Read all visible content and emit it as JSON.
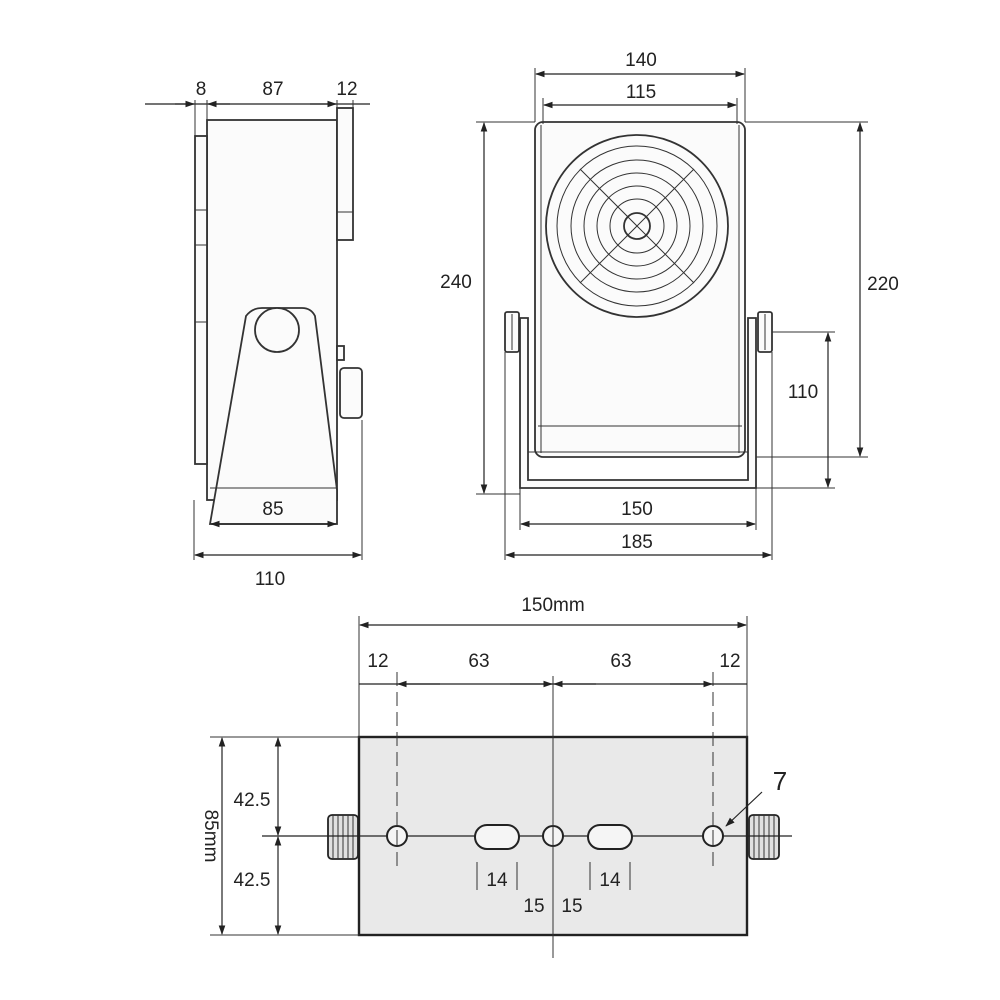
{
  "side_view": {
    "dim_top_left": "8",
    "dim_top_mid": "87",
    "dim_top_right": "12",
    "dim_base": "85",
    "dim_overall_width": "110"
  },
  "front_view": {
    "dim_outer_width": "140",
    "dim_inner_width": "115",
    "dim_total_height": "240",
    "dim_body_height": "220",
    "dim_pivot_height": "110",
    "dim_base_width": "150",
    "dim_overall_width": "185"
  },
  "bottom_view": {
    "dim_total_width": "150mm",
    "dim_edge_left": "12",
    "dim_spacing_left": "63",
    "dim_spacing_right": "63",
    "dim_edge_right": "12",
    "dim_half_top": "42.5",
    "dim_half_bottom": "42.5",
    "dim_depth": "85mm",
    "dim_slot_left": "14",
    "dim_slot_right": "14",
    "dim_center_left": "15",
    "dim_center_right": "15",
    "dim_hole": "7"
  }
}
